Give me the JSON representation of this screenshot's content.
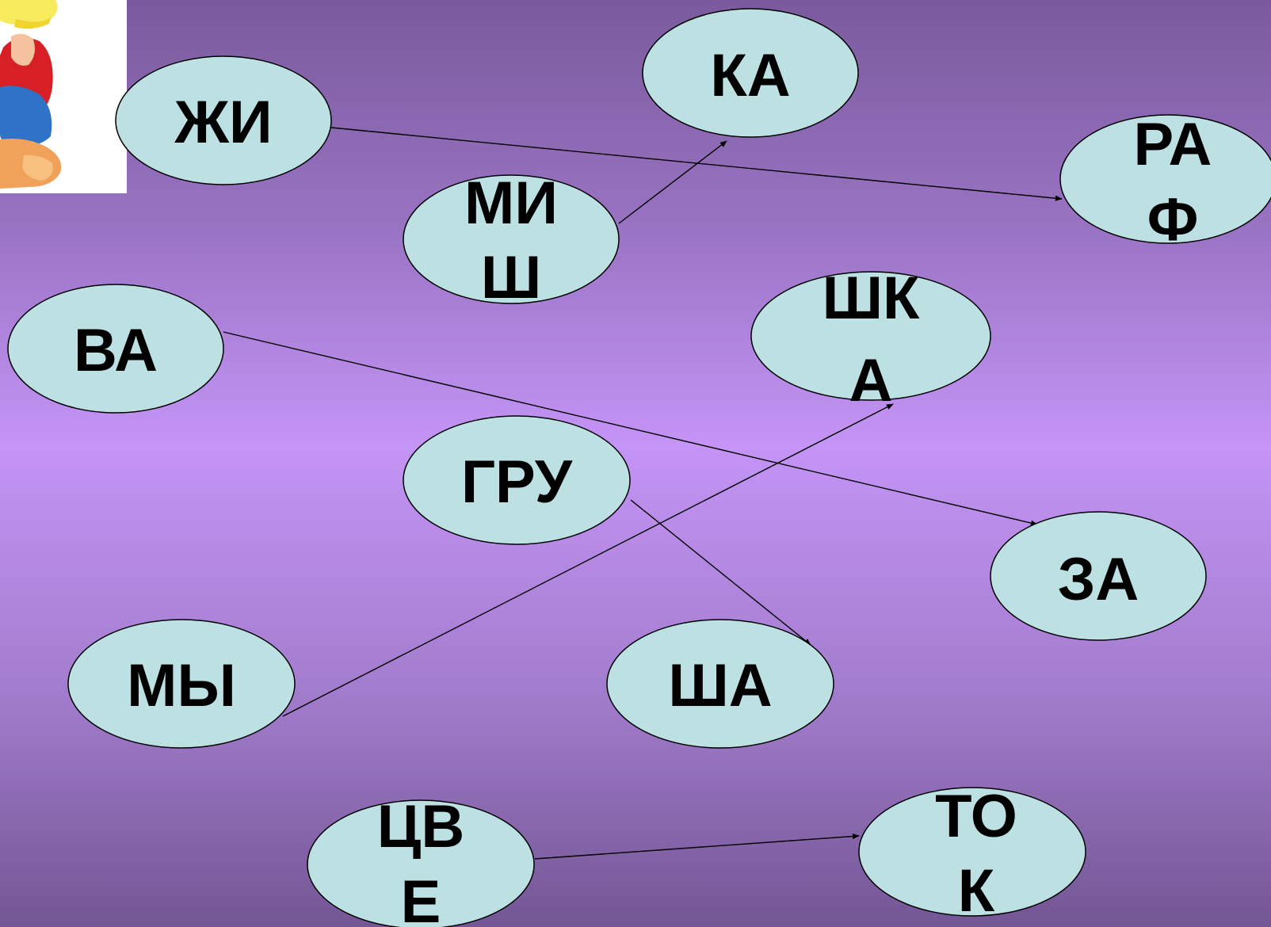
{
  "syllables": {
    "zhi": "ЖИ",
    "ka": "КА",
    "ra": "РА",
    "f": "Ф",
    "mi": "МИ",
    "sh": "Ш",
    "shk": "ШК",
    "a": "А",
    "va": "ВА",
    "gru": "ГРУ",
    "za": "ЗА",
    "my": "МЫ",
    "sha": "ША",
    "tsv": "ЦВ",
    "e": "Е",
    "to": "ТО",
    "k": "К"
  },
  "colors": {
    "oval_fill": "#bde0e2",
    "outline": "#000000"
  },
  "connections": [
    {
      "from": "ЖИ",
      "to": "РАФ"
    },
    {
      "from": "МИШ",
      "to": "КА"
    },
    {
      "from": "ВА",
      "to": "ЗА"
    },
    {
      "from": "ГРУ",
      "to": "ША"
    },
    {
      "from": "МЫ",
      "to": "ШКА"
    },
    {
      "from": "ЦВЕ",
      "to": "ТОК"
    }
  ],
  "illustration": {
    "name": "cartoon-boy-thinking"
  }
}
